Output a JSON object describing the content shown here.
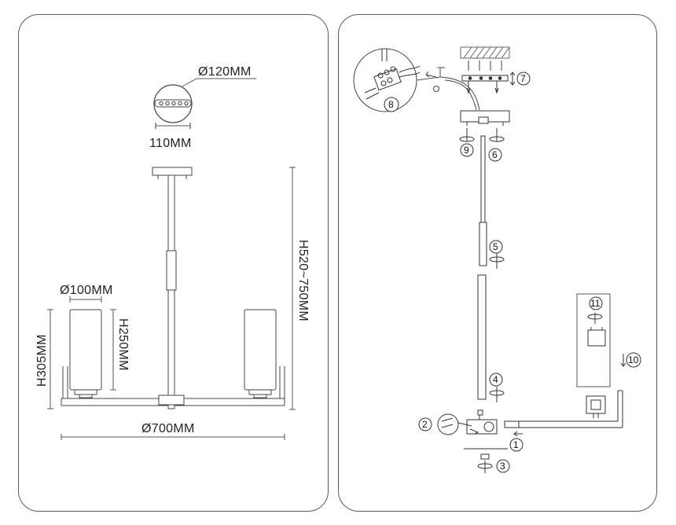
{
  "left_panel": {
    "canopy_dims": {
      "diameter": "Ø120MM",
      "depth": "110MM"
    },
    "fixture_dims": {
      "height_range": "H520~750MM",
      "shade_diameter": "Ø100MM",
      "shade_height": "H250MM",
      "arm_height": "H305MM",
      "span": "Ø700MM"
    }
  },
  "right_panel": {
    "steps": [
      "1",
      "2",
      "3",
      "4",
      "5",
      "6",
      "7",
      "8",
      "9",
      "10",
      "11"
    ]
  },
  "icons": [
    "rotate-arrow-icon",
    "screw-icon",
    "wire-connector-icon",
    "bulb-socket-icon"
  ]
}
